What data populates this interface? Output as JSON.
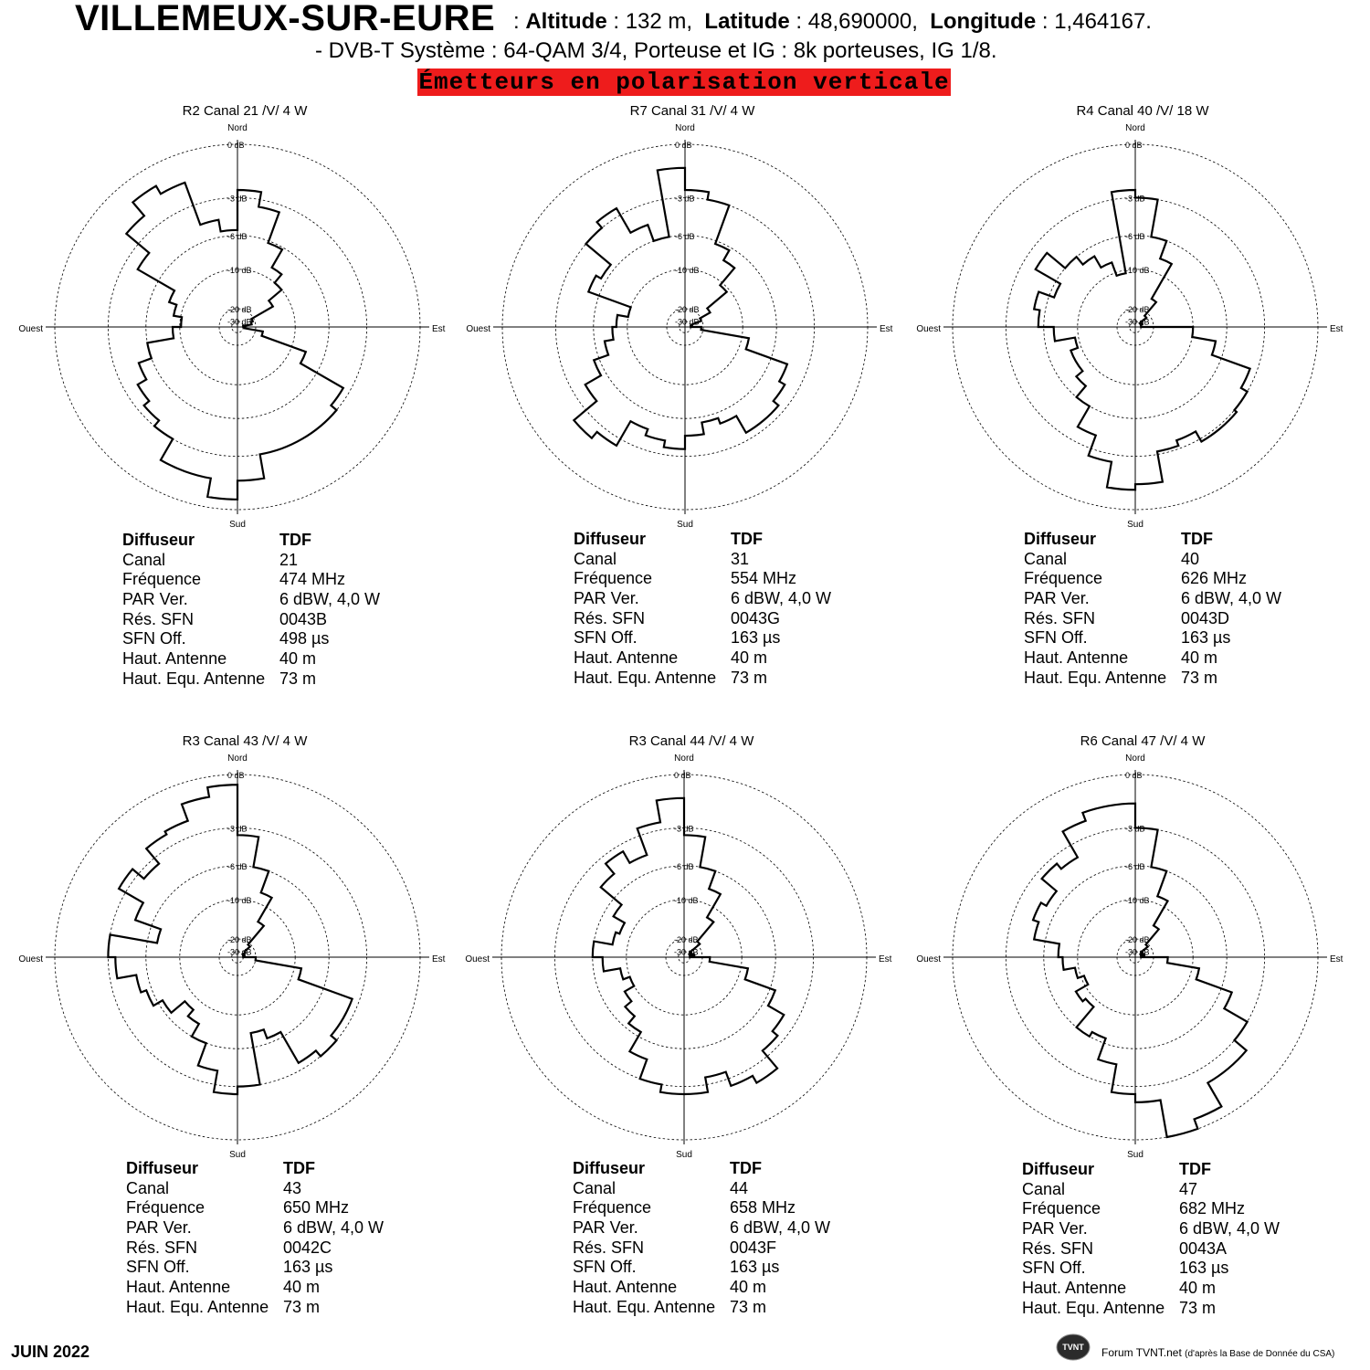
{
  "header": {
    "site": "VILLEMEUX-SUR-EURE",
    "altitude_label": "Altitude",
    "altitude_value": "132 m,",
    "latitude_label": "Latitude",
    "latitude_value": "48,690000,",
    "longitude_label": "Longitude",
    "longitude_value": "1,464167.",
    "dvbt_line": "- DVB-T  Système : 64-QAM 3/4,  Porteuse et IG : 8k porteuses, IG 1/8.",
    "banner": "Émetteurs en polarisation verticale",
    "banner_color": "#ee1c1c"
  },
  "footer": {
    "date": "JUIN  2022",
    "logo_text": "TVNT",
    "credit": "Forum TVNT.net",
    "credit_small": "(d'après la Base de Donnée du CSA)"
  },
  "info_labels": [
    "Diffuseur",
    "Canal",
    "Fréquence",
    "PAR Ver.",
    "Rés. SFN",
    "SFN Off.",
    "Haut. Antenne",
    "Haut. Equ. Antenne"
  ],
  "chart_data": [
    {
      "type": "polar-step",
      "title": "R2  Canal 21 /V/  4  W",
      "compass": [
        "Nord",
        "Est",
        "Sud",
        "Ouest"
      ],
      "rings_db": [
        0,
        -3,
        -6,
        -10,
        -20,
        -30
      ],
      "ring_labels": [
        "0 dB",
        "-3 dB",
        "-6 dB",
        "-10 dB",
        "-20 dB",
        "-30 dB"
      ],
      "sector_deg": 10,
      "attenuation_db": [
        -2.5,
        -3.5,
        -6.2,
        -8.5,
        -10,
        -13,
        -21,
        -22,
        -30,
        -28,
        -17,
        -8,
        -3.5,
        -3,
        -3,
        -3,
        -3,
        -1.5,
        -0.5,
        -1.5,
        -1.5,
        -3,
        -3.5,
        -4,
        -4.8,
        -6,
        -9,
        -10.2,
        -9,
        -8,
        -4,
        -2,
        -1,
        -1.5,
        -4.5,
        -5.5
      ],
      "info": [
        "TDF",
        "21",
        "474 MHz",
        "6 dBW, 4,0 W",
        "0043B",
        "498 µs",
        "40 m",
        "73 m"
      ]
    },
    {
      "type": "polar-step",
      "title": "R7  Canal 31 /V/  4  W",
      "compass": [
        "Nord",
        "Est",
        "Sud",
        "Ouest"
      ],
      "rings_db": [
        0,
        -3,
        -6,
        -10,
        -20,
        -30
      ],
      "ring_labels": [
        "0 dB",
        "-3 dB",
        "-6 dB",
        "-10 dB",
        "-20 dB",
        "-30 dB"
      ],
      "sector_deg": 10,
      "attenuation_db": [
        -2.5,
        -3,
        -6.3,
        -7.5,
        -10.5,
        -16,
        -20.5,
        -28,
        -30,
        -21,
        -9,
        -4.5,
        -4,
        -3.5,
        -3.5,
        -5,
        -5.5,
        -4.5,
        -3.5,
        -4,
        -4.5,
        -2.5,
        -2,
        -4,
        -5.5,
        -7,
        -8,
        -8.5,
        -10,
        -5,
        -5.5,
        -3,
        -2.5,
        -4.5,
        -6,
        -1.2
      ],
      "info": [
        "TDF",
        "31",
        "554 MHz",
        "6 dBW, 4,0 W",
        "0043G",
        "163 µs",
        "40 m",
        "73 m"
      ]
    },
    {
      "type": "polar-step",
      "title": "R4  Canal 40 /V/  18 W",
      "compass": [
        "Nord",
        "Est",
        "Sud",
        "Ouest"
      ],
      "rings_db": [
        0,
        -3,
        -6,
        -10,
        -20,
        -30
      ],
      "ring_labels": [
        "0 dB",
        "-3 dB",
        "-6 dB",
        "-10 dB",
        "-20 dB",
        "-30 dB"
      ],
      "sector_deg": 10,
      "attenuation_db": [
        -3,
        -6,
        -8,
        -15,
        -22,
        -30,
        -28,
        -30,
        -30,
        -10,
        -7,
        -3.5,
        -3,
        -2.8,
        -2.8,
        -3.6,
        -3.2,
        -1.3,
        -1,
        -2.5,
        -4,
        -6,
        -7.5,
        -8.5,
        -8.5,
        -9.5,
        -7,
        -5.5,
        -5,
        -6.5,
        -4,
        -6,
        -7,
        -8.5,
        -10.5,
        -2.5
      ],
      "info": [
        "TDF",
        "40",
        "626 MHz",
        "6 dBW, 4,0 W",
        "0043D",
        "163 µs",
        "40 m",
        "73 m"
      ]
    },
    {
      "type": "polar-step",
      "title": "R3  Canal 43 /V/  4  W",
      "compass": [
        "Nord",
        "Est",
        "Sud",
        "Ouest"
      ],
      "rings_db": [
        0,
        -3,
        -6,
        -10,
        -20,
        -30
      ],
      "ring_labels": [
        "0 dB",
        "-3 dB",
        "-6 dB",
        "-10 dB",
        "-20 dB",
        "-30 dB"
      ],
      "sector_deg": 10,
      "attenuation_db": [
        -3.5,
        -6,
        -8.5,
        -13,
        -21,
        -26,
        -30,
        -28,
        -30,
        -20,
        -9,
        -3.5,
        -3.5,
        -3,
        -3.5,
        -6.5,
        -7.5,
        -3,
        -2.5,
        -4,
        -6,
        -7.5,
        -8.5,
        -6.5,
        -5.5,
        -5,
        -3.5,
        -3,
        -7,
        -4.5,
        -2.5,
        -3.5,
        -2.2,
        -2,
        -1,
        -0.5
      ],
      "info": [
        "TDF",
        "43",
        "650 MHz",
        "6 dBW, 4,0 W",
        "0042C",
        "163 µs",
        "40 m",
        "73 m"
      ]
    },
    {
      "type": "polar-step",
      "title": "R3  Canal 44 /V/  4  W",
      "compass": [
        "Nord",
        "Est",
        "Sud",
        "Ouest"
      ],
      "rings_db": [
        0,
        -3,
        -6,
        -10,
        -20,
        -30
      ],
      "ring_labels": [
        "0 dB",
        "-3 dB",
        "-6 dB",
        "-10 dB",
        "-20 dB",
        "-30 dB"
      ],
      "sector_deg": 10,
      "attenuation_db": [
        -3.5,
        -6,
        -8,
        -12,
        -19,
        -27,
        -30,
        -25,
        -30,
        -17,
        -9,
        -5.5,
        -4,
        -3.5,
        -2,
        -2.5,
        -3.5,
        -2.5,
        -2.5,
        -3,
        -4.5,
        -6.5,
        -7.5,
        -8.5,
        -10,
        -9,
        -7,
        -6,
        -8,
        -8.5,
        -7,
        -4.5,
        -3.5,
        -4.5,
        -2.5,
        -1.2
      ],
      "info": [
        "TDF",
        "44",
        "658 MHz",
        "6 dBW, 4,0 W",
        "0043F",
        "163 µs",
        "40 m",
        "73 m"
      ]
    },
    {
      "type": "polar-step",
      "title": "R6  Canal 47 /V/  4  W",
      "compass": [
        "Nord",
        "Est",
        "Sud",
        "Ouest"
      ],
      "rings_db": [
        0,
        -3,
        -6,
        -10,
        -20,
        -30
      ],
      "ring_labels": [
        "0 dB",
        "-3 dB",
        "-6 dB",
        "-10 dB",
        "-20 dB",
        "-30 dB"
      ],
      "sector_deg": 10,
      "attenuation_db": [
        -3,
        -6,
        -9,
        -14,
        -21,
        -27,
        -30,
        -26,
        -30,
        -15,
        -9,
        -5,
        -3,
        -2,
        -2,
        -0.5,
        0,
        -2,
        -2.5,
        -4.5,
        -6.5,
        -6,
        -9,
        -8.5,
        -10.5,
        -9.5,
        -8,
        -7.5,
        -5,
        -4.5,
        -5,
        -3.5,
        -4,
        -2,
        -1.5,
        -1.5
      ],
      "info": [
        "TDF",
        "47",
        "682 MHz",
        "6 dBW, 4,0 W",
        "0043A",
        "163 µs",
        "40 m",
        "73 m"
      ]
    }
  ]
}
